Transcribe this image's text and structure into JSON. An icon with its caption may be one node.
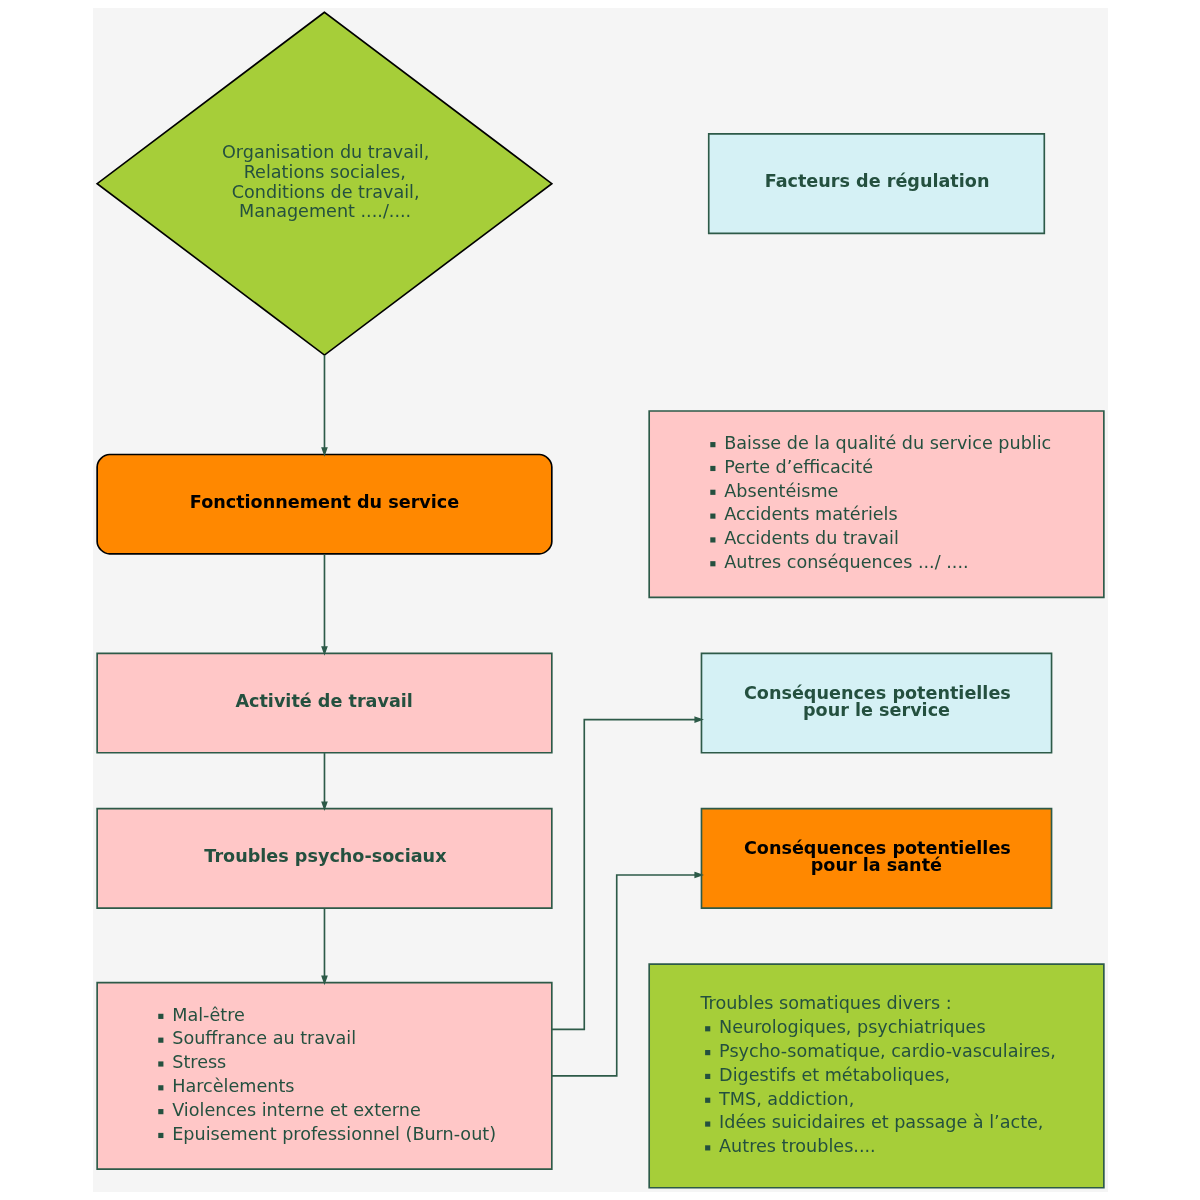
{
  "diagram": {
    "nodes": [
      {
        "text": [
          "Organisation du travail, Relations sociales, Conditions de travail, Management ..../...."
        ]
      },
      {
        "text": [
          "Facteurs de régulation"
        ]
      },
      {
        "text": [
          "Baisse de la qualité du service public",
          "Perte d’efficacité",
          "Absentéisme",
          "Accidents matériels",
          "Accidents du travail",
          "Autres conséquences .../ ...."
        ]
      },
      {
        "text": [
          "Fonctionnement du service"
        ]
      },
      {
        "text": [
          "Activité de travail"
        ]
      },
      {
        "text": [
          "Conséquences potentielles pour le service"
        ]
      },
      {
        "text": [
          "Troubles psycho-sociaux"
        ]
      },
      {
        "text": [
          "Conséquences potentielles pour la santé"
        ]
      },
      {
        "text": [
          "Mal-être",
          "Souffrance au travail",
          "Stress",
          "Harcèlements",
          "Violences interne et externe",
          "Epuisement professionnel (Burn-out)"
        ]
      },
      {
        "text": [
          "Troubles somatiques divers :",
          "Neurologiques, psychiatriques",
          "Psycho-somatique, cardio-vasculaires,",
          "Digestifs et métaboliques,",
          "TMS, addiction,",
          "Idées suicidaires et passage à l’acte,",
          "Autres troubles...."
        ]
      }
    ],
    "edges": [
      {
        "from": 0,
        "to": 3,
        "arrow": "to"
      },
      {
        "from": 3,
        "to": 4,
        "arrow": "to"
      },
      {
        "from": 4,
        "to": 6,
        "arrow": "to"
      },
      {
        "from": 6,
        "to": 8,
        "arrow": "to"
      },
      {
        "from": 8,
        "to": 5,
        "arrow": "to"
      },
      {
        "from": 8,
        "to": 7,
        "arrow": "to"
      }
    ]
  }
}
